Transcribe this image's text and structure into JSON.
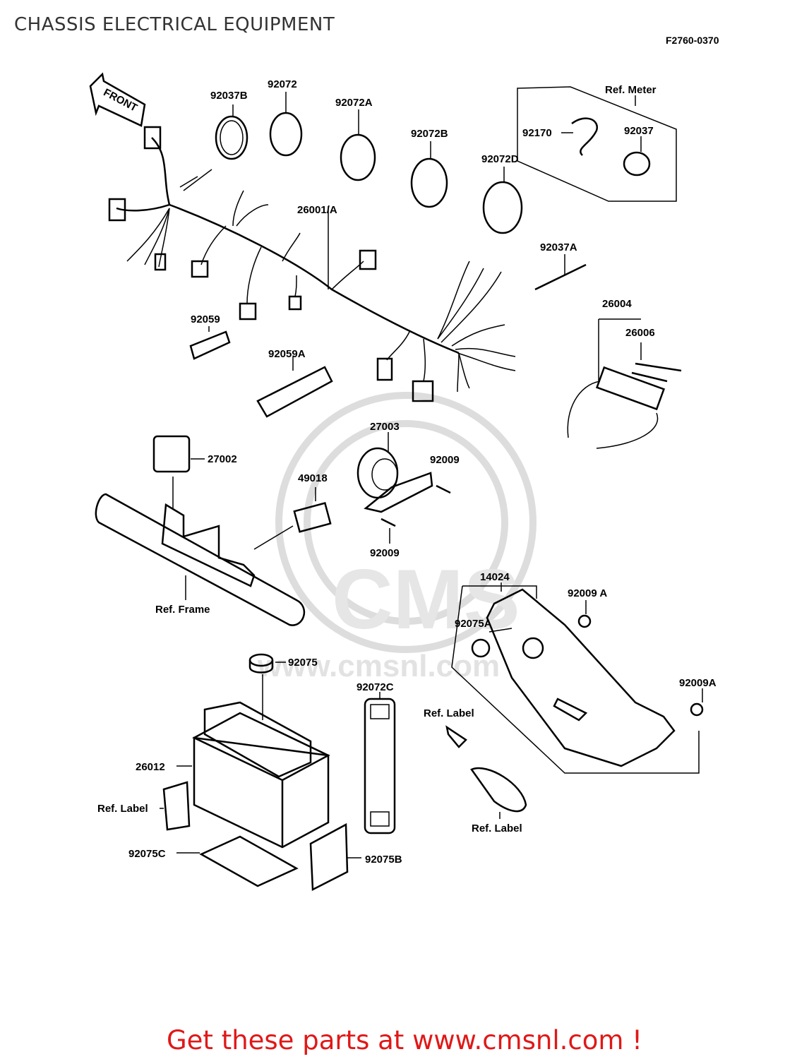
{
  "header": {
    "title": "CHASSIS ELECTRICAL EQUIPMENT",
    "drawing_code": "F2760-0370"
  },
  "front_marker": "FRONT",
  "watermark": "www.cmsnl.com",
  "footer": {
    "text": "Get these parts at www.cmsnl.com !"
  },
  "colors": {
    "footer": "#e01818",
    "title": "#333333",
    "lines": "#000000",
    "watermark": "#dddddd"
  },
  "labels": {
    "p92037B": "92037B",
    "p92072": "92072",
    "p92072A": "92072A",
    "p92072B": "92072B",
    "p92072D": "92072D",
    "ref_meter": "Ref. Meter",
    "p92170": "92170",
    "p92037": "92037",
    "p26001A": "26001/A",
    "p92037A": "92037A",
    "p26004": "26004",
    "p26006": "26006",
    "p92059": "92059",
    "p92059A": "92059A",
    "p27003": "27003",
    "p27002": "27002",
    "p92009_top": "92009",
    "p49018": "49018",
    "p92009_bottom": "92009",
    "ref_frame": "Ref. Frame",
    "p14024": "14024",
    "p92009A_top": "92009 A",
    "p92075A": "92075A",
    "p92075": "92075",
    "p92072C": "92072C",
    "p92009A_right": "92009A",
    "ref_label_mid": "Ref. Label",
    "p26012": "26012",
    "ref_label_left": "Ref. Label",
    "ref_label_right": "Ref. Label",
    "p92075C": "92075C",
    "p92075B": "92075B"
  }
}
